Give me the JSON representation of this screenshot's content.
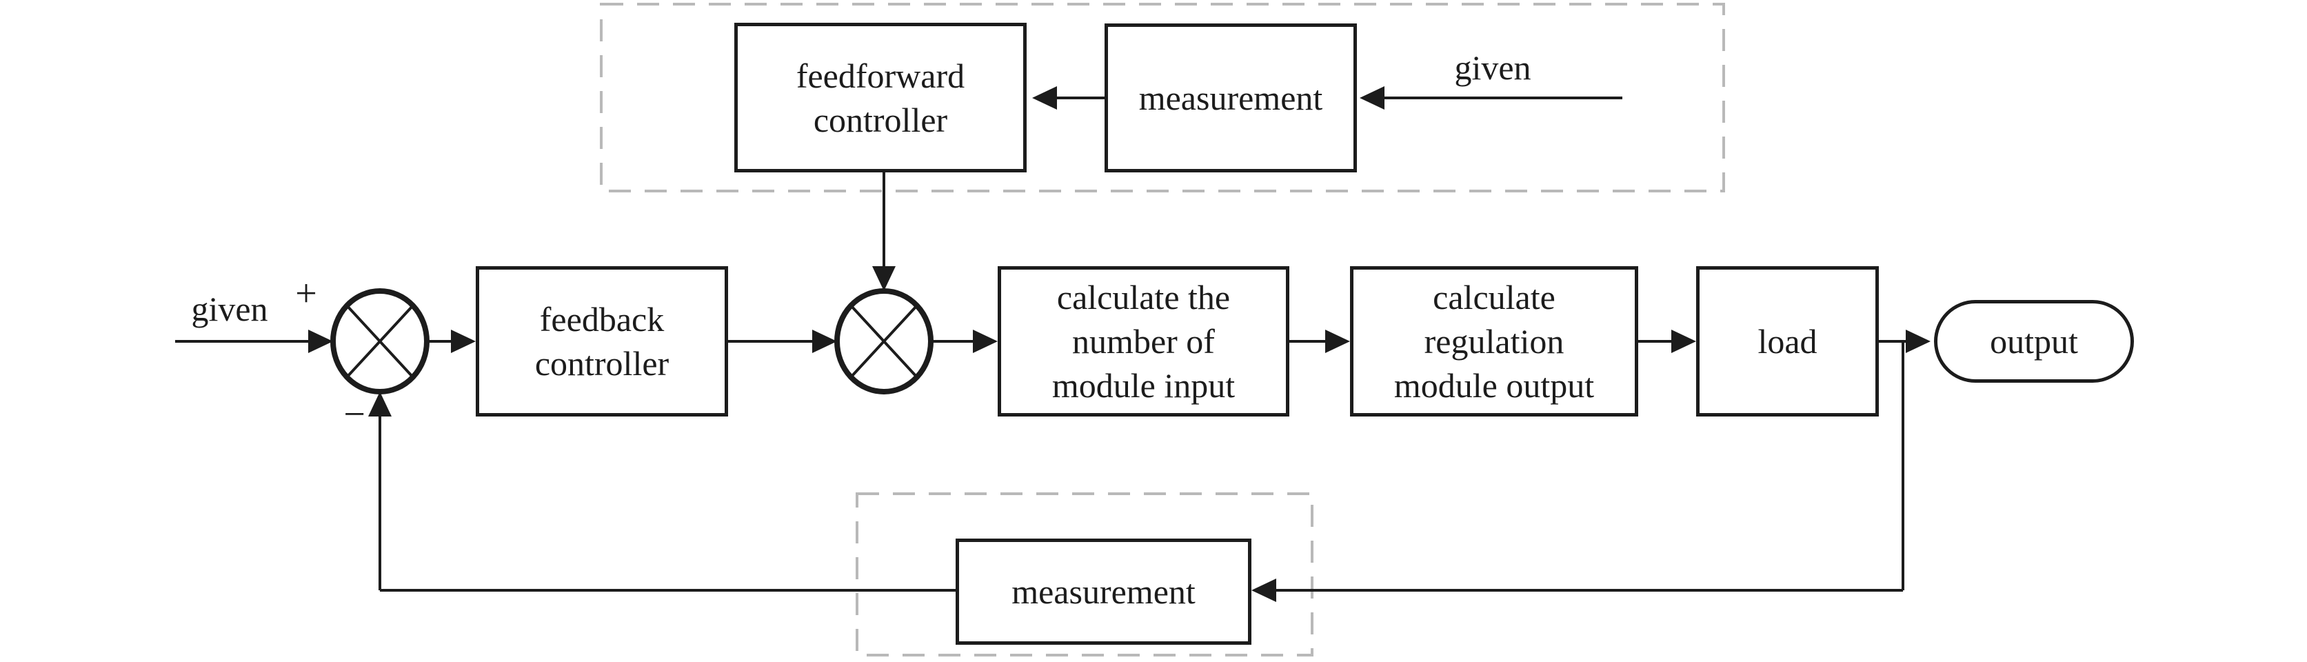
{
  "title": "feedforward-feedback control system block diagram",
  "colors": {
    "line": "#1c1c1c",
    "dashed_border": "#b9b9b9",
    "background": "#ffffff"
  },
  "nodes": {
    "given_left": {
      "label": "given"
    },
    "sum_junction_1": {
      "plus": "+",
      "minus": "−"
    },
    "feedback_controller": {
      "lines": [
        "feedback",
        "controller"
      ]
    },
    "feedforward_controller": {
      "lines": [
        "feedforward",
        "controller"
      ]
    },
    "measurement_top": {
      "label": "measurement"
    },
    "given_top": {
      "label": "given"
    },
    "calc_module_input": {
      "lines": [
        "calculate the",
        "number of",
        "module input"
      ]
    },
    "calc_module_output": {
      "lines": [
        "calculate",
        "regulation",
        "module output"
      ]
    },
    "load": {
      "label": "load"
    },
    "output": {
      "label": "output"
    },
    "measurement_bottom": {
      "label": "measurement"
    }
  }
}
